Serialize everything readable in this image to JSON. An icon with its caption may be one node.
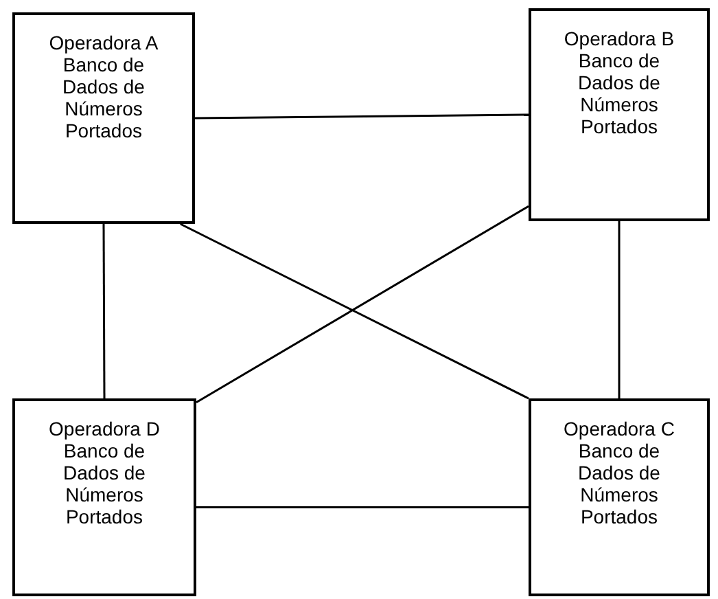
{
  "diagram": {
    "nodes": [
      {
        "text": [
          "Operadora A",
          "Banco de Dados de Números Portados"
        ]
      },
      {
        "text": [
          "Operadora B",
          "Banco de Dados de Números Portados"
        ]
      },
      {
        "text": [
          "Operadora D",
          "Banco de Dados de Números Portados"
        ]
      },
      {
        "text": [
          "Operadora C",
          "Banco de Dados de Números Portados"
        ]
      }
    ],
    "edges": [
      {
        "from": 0,
        "to": 1,
        "arrow": "none"
      },
      {
        "from": 0,
        "to": 2,
        "arrow": "none"
      },
      {
        "from": 1,
        "to": 3,
        "arrow": "none"
      },
      {
        "from": 0,
        "to": 3,
        "arrow": "none"
      },
      {
        "from": 1,
        "to": 2,
        "arrow": "none"
      },
      {
        "from": 2,
        "to": 3,
        "arrow": "none"
      }
    ]
  }
}
